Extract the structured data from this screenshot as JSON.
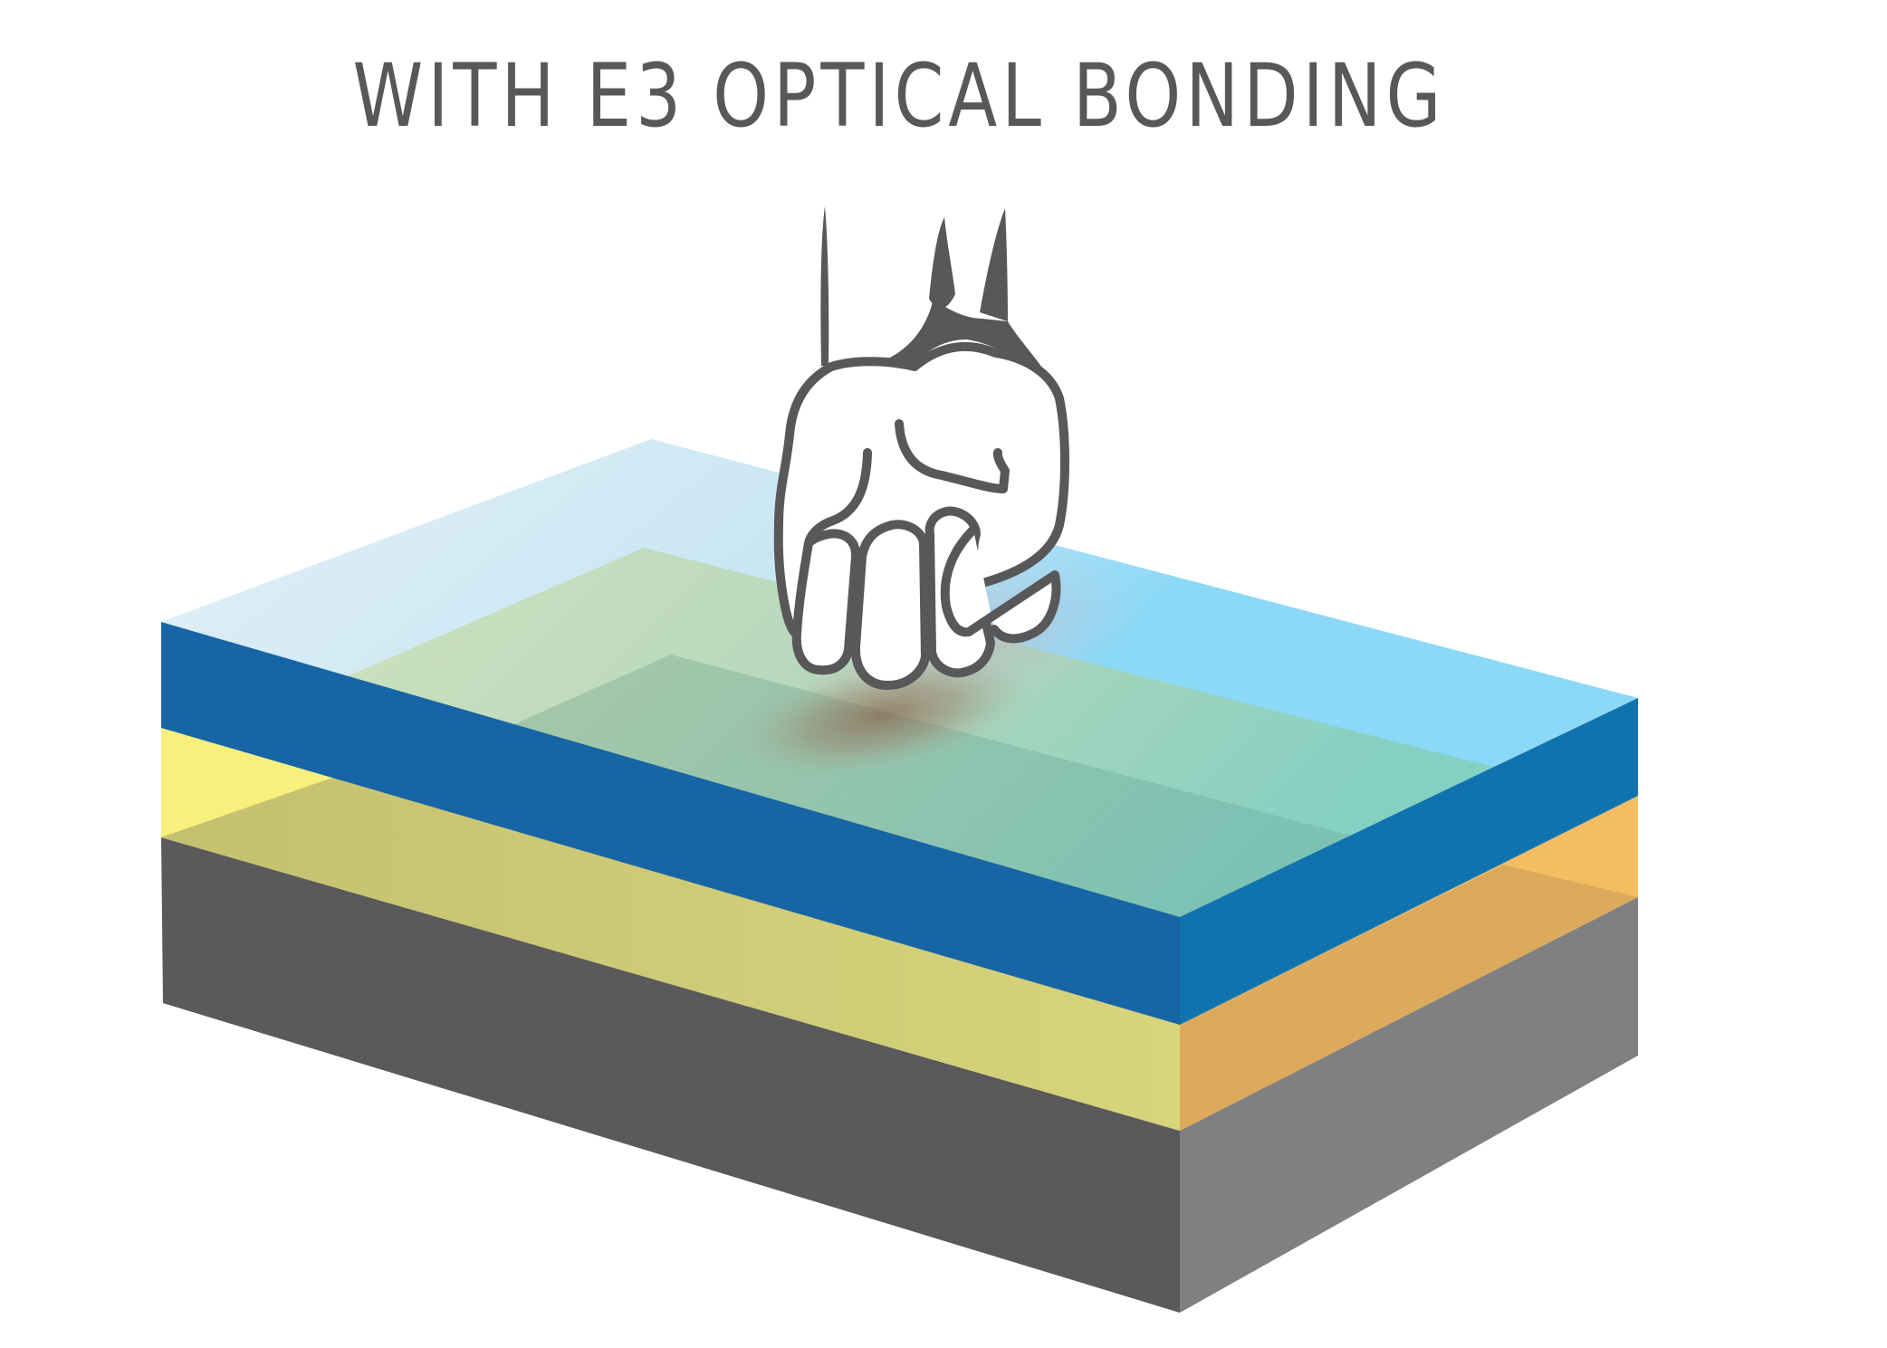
{
  "title": "WITH E3 OPTICAL BONDING",
  "diagram": {
    "description": "Exploded isometric stack of display layers with a finger touching the top glass",
    "layers": [
      {
        "name": "cover-glass",
        "top_color": "#8bd9f7",
        "front_color": "#1765a5",
        "side_color": "#1073ae"
      },
      {
        "name": "optical-bond",
        "top_color": "#cbe1bd",
        "front_color": "#f7f07c",
        "side_color": "#f3be61"
      },
      {
        "name": "lcd-display",
        "top_color": "#a6c5a6",
        "front_color": "#5a5a5c",
        "side_color": "#808083"
      }
    ],
    "icons": [
      "hand-touch-icon"
    ],
    "colors": {
      "title": "#58585a",
      "hand_outline": "#58585a",
      "glass_light": "#e0eff7",
      "glass_blue": "#8bd9f7",
      "band_front": "#1765a5",
      "band_side": "#1073ae",
      "yellow": "#f7f07c",
      "yellow_tinted": "#c9c674",
      "orange": "#f3be61",
      "orange_dark": "#dcaa5c",
      "dark_front": "#5a5a5c",
      "dark_side": "#808083",
      "touch_glow": "#8c6a50"
    }
  }
}
